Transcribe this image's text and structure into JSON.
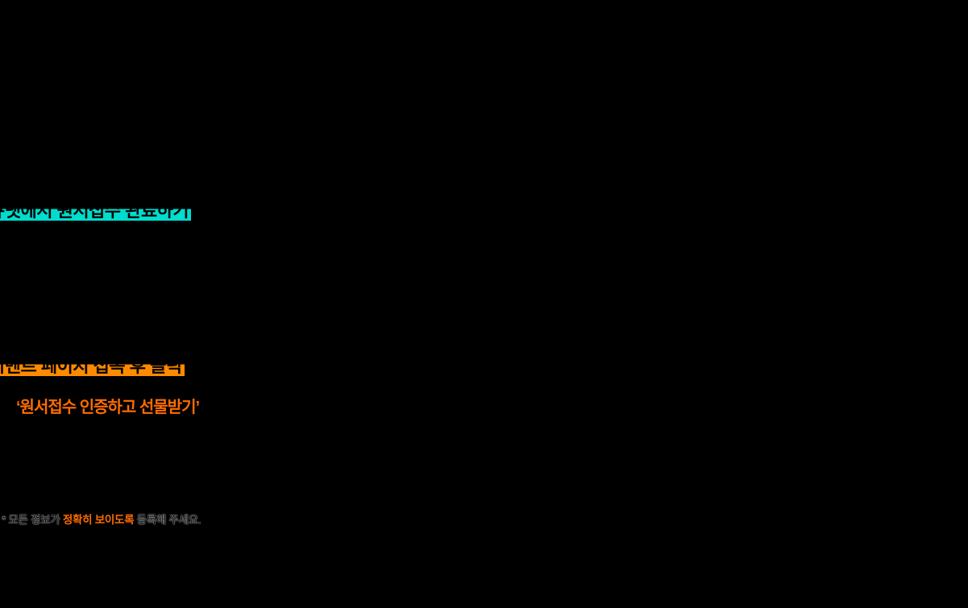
{
  "page": {
    "background_color": "#000000"
  },
  "steps": {
    "cyan_highlight_line": {
      "text": "큐넷에서 원서접수 완료하기",
      "highlight_color": "#00DCCD",
      "text_color": "#000000"
    },
    "orange_highlight_line": {
      "text": "이벤트 페이지 접속 후 클릭",
      "highlight_color": "#FF8A00",
      "text_color": "#000000"
    },
    "banner_button_quote": {
      "text": "‘원서접수 인증하고 선물받기’",
      "color": "#FF6C00"
    }
  },
  "note": {
    "prefix": "* 모든 정보가 ",
    "emphasis": "정확히 보이도록",
    "suffix": " 등록해 주세요.",
    "emphasis_color": "#FF6C00"
  }
}
